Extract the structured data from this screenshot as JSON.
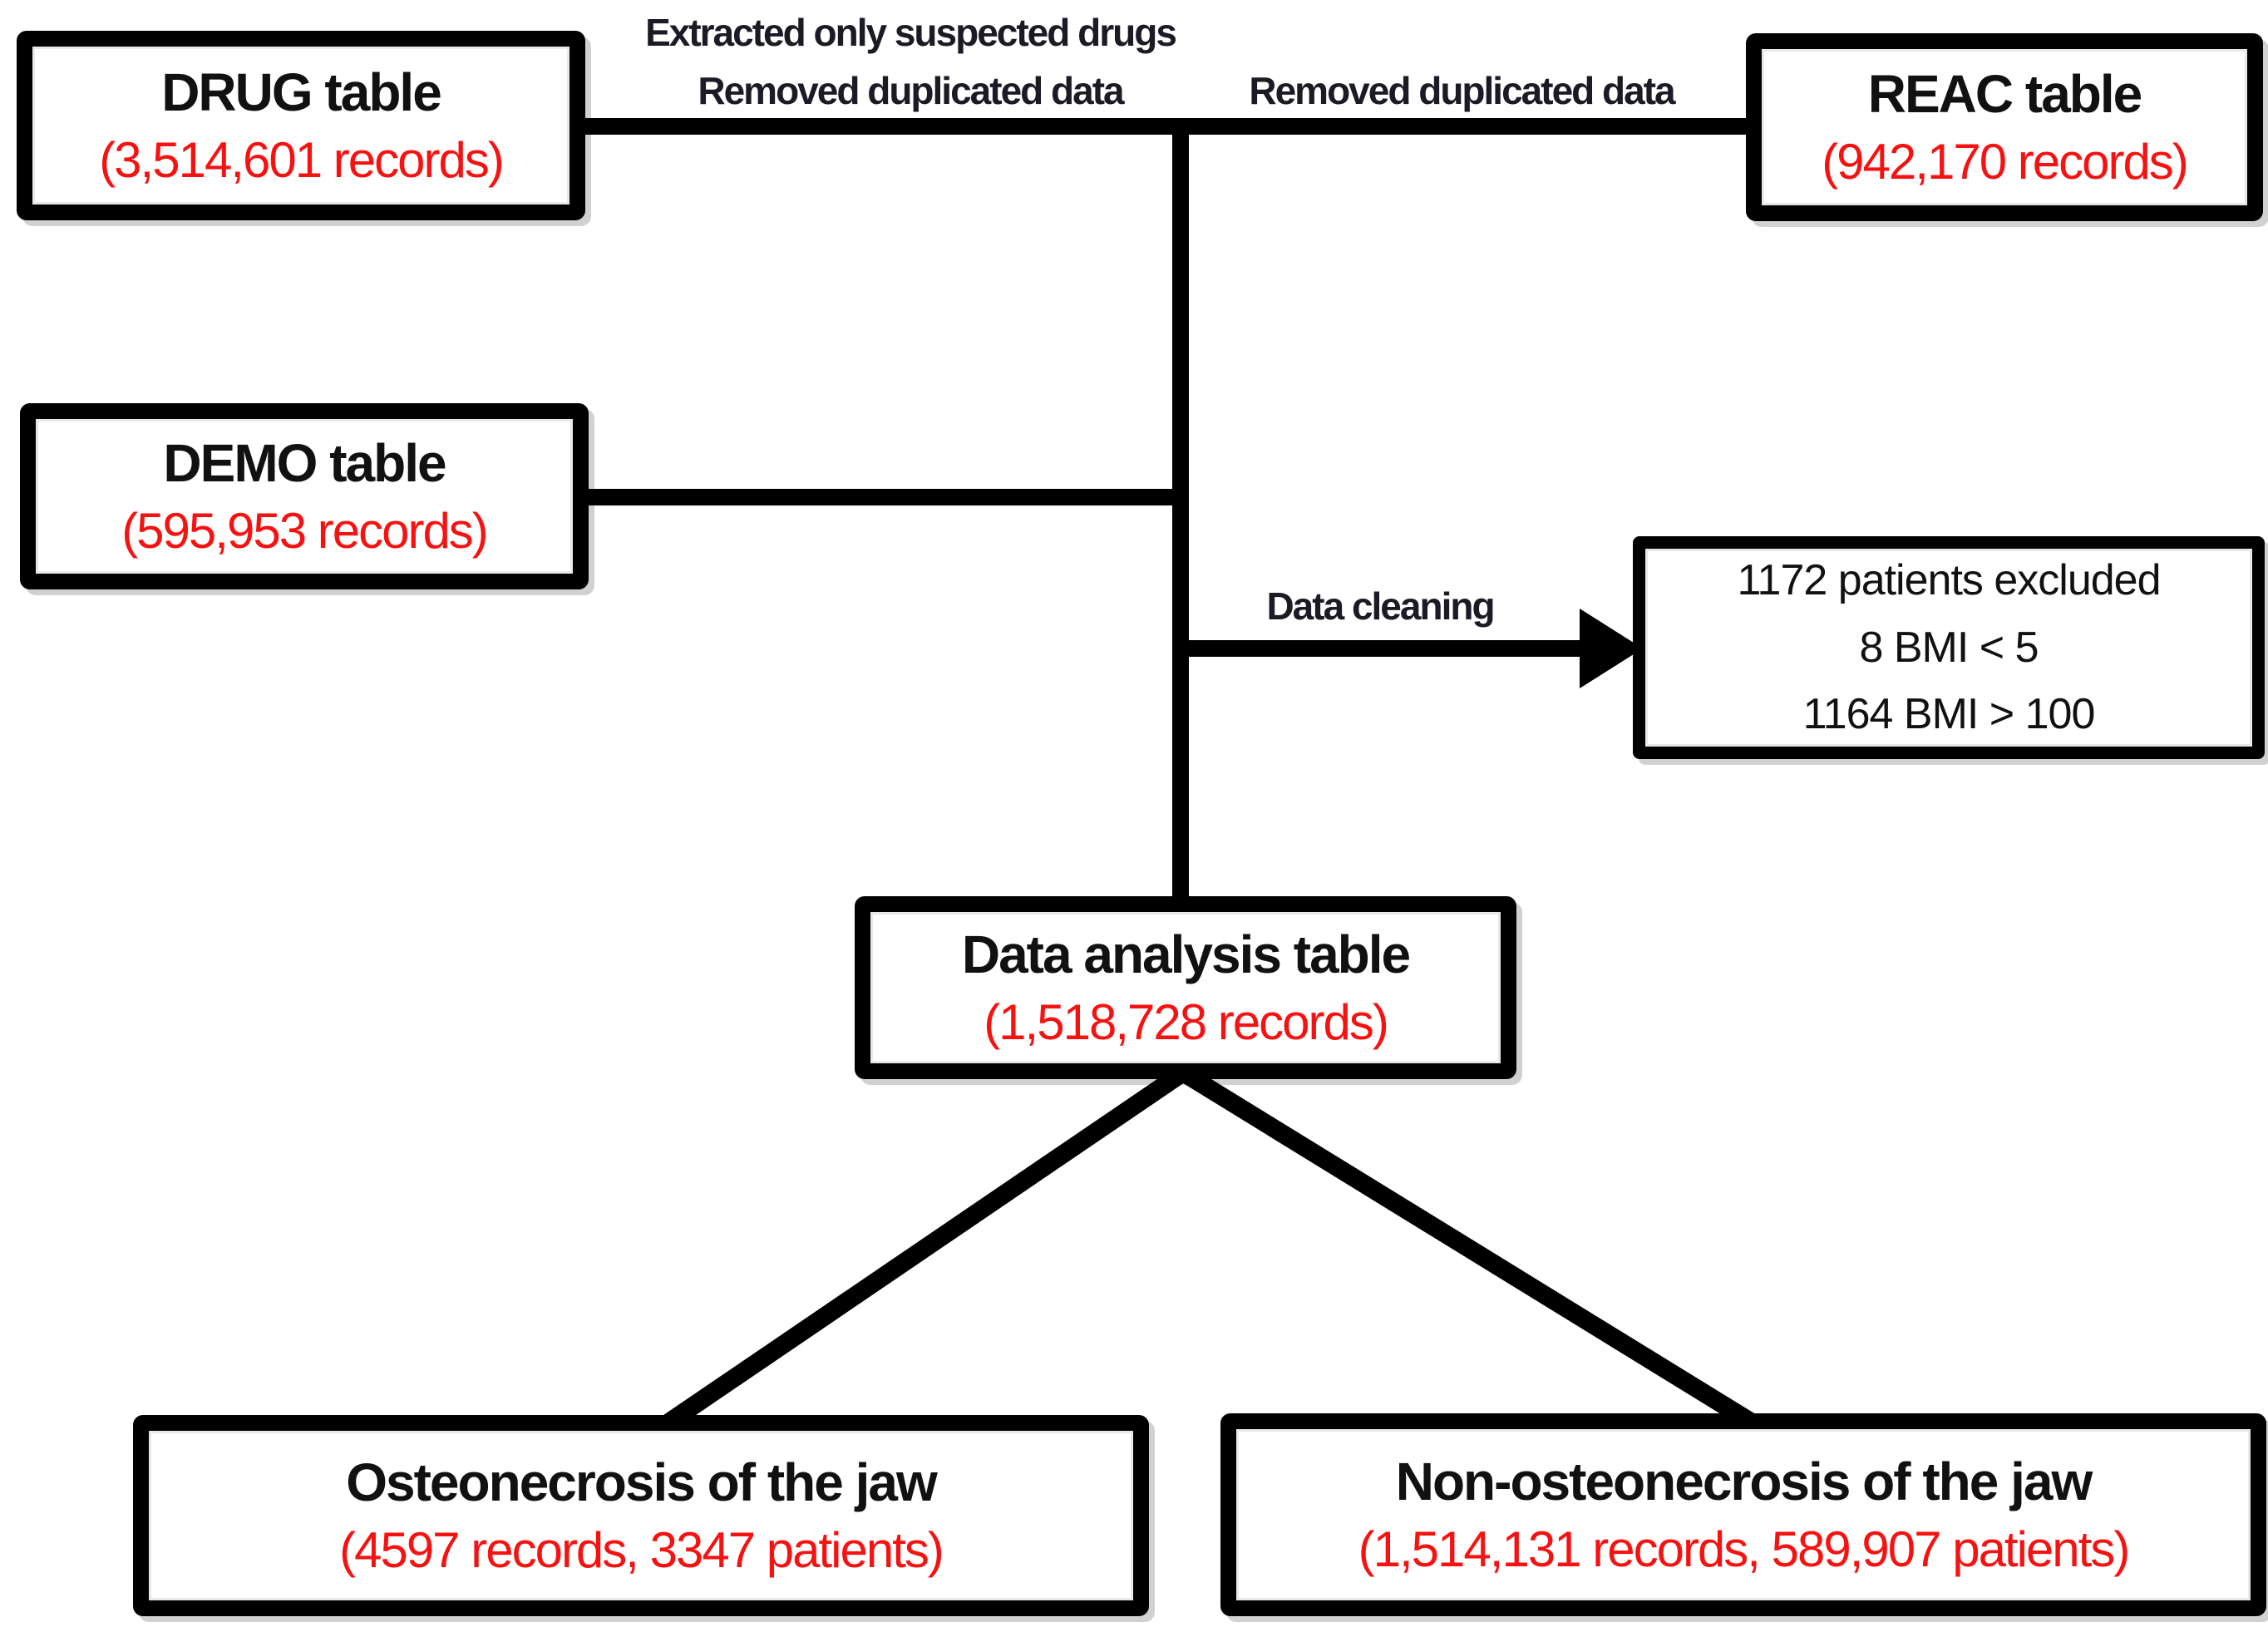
{
  "colors": {
    "line": "#000000",
    "box_border": "#000000",
    "title_text": "#111111",
    "record_count_red": "#f71212",
    "annotation_ink": "#1b1b26",
    "background": "#ffffff"
  },
  "boxes": {
    "drug": {
      "title": "DRUG table",
      "subtitle": "(3,514,601 records)"
    },
    "reac": {
      "title": "REAC table",
      "subtitle": "(942,170 records)"
    },
    "demo": {
      "title": "DEMO table",
      "subtitle": "(595,953 records)"
    },
    "excluded": {
      "line1": "1172 patients excluded",
      "line2": "8 BMI < 5",
      "line3": "1164 BMI > 100"
    },
    "analysis": {
      "title": "Data analysis table",
      "subtitle": "(1,518,728 records)"
    },
    "onj": {
      "title": "Osteonecrosis of the jaw",
      "subtitle": "(4597 records, 3347 patients)"
    },
    "non_onj": {
      "title": "Non-osteonecrosis of the jaw",
      "subtitle": "(1,514,131 records, 589,907 patients)"
    }
  },
  "annotations": {
    "extracted": "Extracted only suspected drugs",
    "removed_duplicated_left": "Removed duplicated data",
    "removed_duplicated_right": "Removed duplicated data",
    "data_cleaning": "Data cleaning"
  }
}
